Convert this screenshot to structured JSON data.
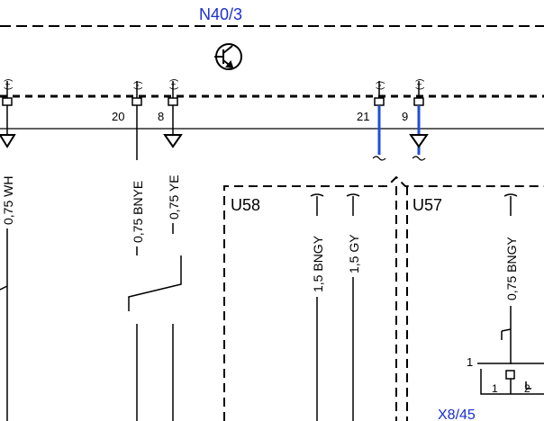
{
  "diagram": {
    "component_top": "N40/3",
    "component_u58": "U58",
    "component_u57": "U57",
    "connector_bottom": "X8/45",
    "pins": {
      "p20": "20",
      "p8": "8",
      "p21": "21",
      "p9": "9",
      "x8_1": "1",
      "x8_1b": "1",
      "x8_2": "2"
    },
    "polarity": {
      "plus": "(+)",
      "minus": "(-)"
    },
    "wires": {
      "w1": "0,75 WH",
      "w2": "0,75 BNYE",
      "w3": "0,75 YE",
      "w4": "1,5 BNGY",
      "w5": "1,5 GY",
      "w6": "0,75 BNGY"
    },
    "colors": {
      "line": "#000000",
      "blue_wire": "#1f4fd6",
      "label_blue": "#1a2fd0"
    }
  }
}
